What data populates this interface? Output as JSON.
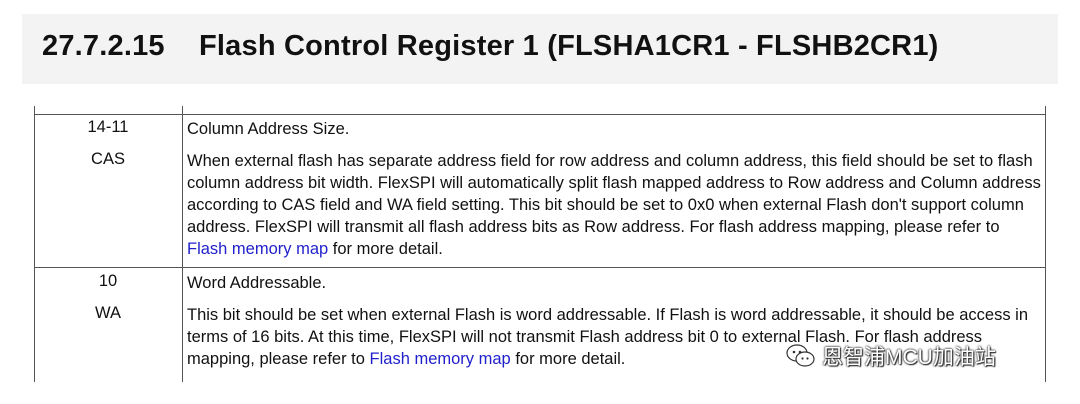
{
  "section": {
    "number": "27.7.2.15",
    "title": "Flash Control Register 1 (FLSHA1CR1 - FLSHB2CR1)"
  },
  "rows": [
    {
      "bits": "14-11",
      "name": "CAS",
      "summary": "Column Address Size.",
      "detail_before_link": "When external flash has separate address field for row address and column address, this field should be set to flash column address bit width. FlexSPI will automatically split flash mapped address to Row address and Column address according to CAS field and WA field setting. This bit should be set to 0x0 when external Flash don't support column address. FlexSPI will transmit all flash address bits as Row address. For flash address mapping, please refer to ",
      "link_text": "Flash memory map",
      "detail_after_link": " for more detail."
    },
    {
      "bits": "10",
      "name": "WA",
      "summary": "Word Addressable.",
      "detail_before_link": "This bit should be set when external Flash is word addressable. If Flash is word addressable, it should be access in terms of 16 bits. At this time, FlexSPI will not transmit Flash address bit 0 to external Flash. For flash address mapping, please refer to ",
      "link_text": "Flash memory map",
      "detail_after_link": " for more detail."
    }
  ],
  "watermark": {
    "text": "恩智浦MCU加油站",
    "icon": "wechat-icon"
  },
  "colors": {
    "link": "#1f1fcc",
    "title_band": "#f3f3f3",
    "rule": "#555555"
  }
}
